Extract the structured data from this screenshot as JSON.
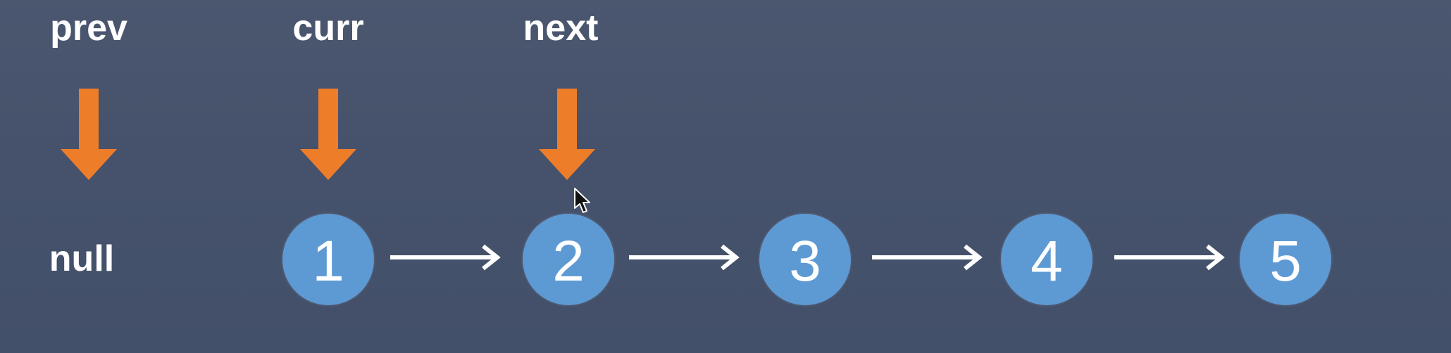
{
  "pointers": [
    {
      "key": "prev",
      "label": "prev",
      "color": "#ee7d2a"
    },
    {
      "key": "curr",
      "label": "curr",
      "color": "#ee7d2a"
    },
    {
      "key": "next",
      "label": "next",
      "color": "#ee7d2a"
    }
  ],
  "null_label": "null",
  "nodes": [
    {
      "value": "1"
    },
    {
      "value": "2"
    },
    {
      "value": "3"
    },
    {
      "value": "4"
    },
    {
      "value": "5"
    }
  ],
  "colors": {
    "background": "#46526b",
    "node": "#5d9ad4",
    "pointer_arrow": "#ee7d2a",
    "link_arrow": "#ffffff",
    "text": "#ffffff"
  }
}
